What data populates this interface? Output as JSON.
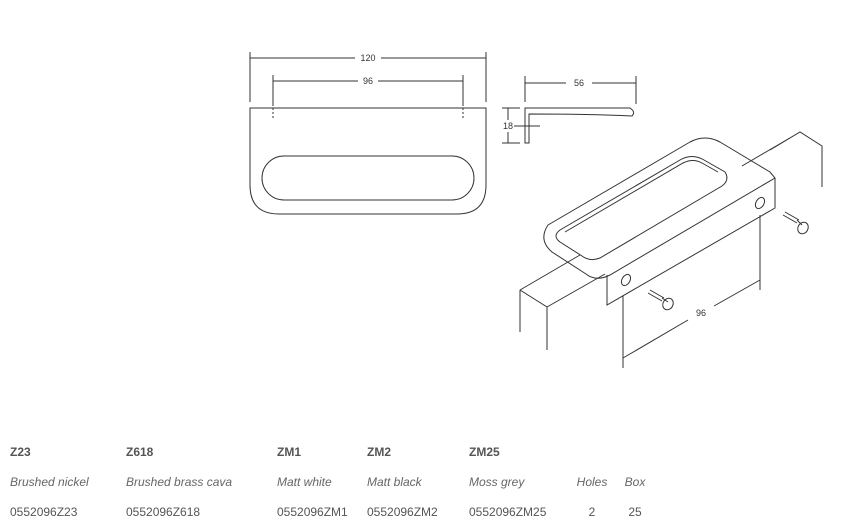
{
  "drawing": {
    "dim_total_length": "120",
    "dim_hole_spacing_front": "96",
    "dim_depth": "56",
    "dim_height": "18",
    "dim_hole_spacing_iso": "96"
  },
  "table": {
    "codes": [
      "Z23",
      "Z618",
      "ZM1",
      "ZM2",
      "ZM25",
      "",
      ""
    ],
    "finishes": [
      "Brushed nickel",
      "Brushed brass cava",
      "Matt white",
      "Matt black",
      "Moss grey",
      "Holes",
      "Box"
    ],
    "references": [
      "0552096Z23",
      "0552096Z618",
      "0552096ZM1",
      "0552096ZM2",
      "0552096ZM25",
      "2",
      "25"
    ]
  }
}
